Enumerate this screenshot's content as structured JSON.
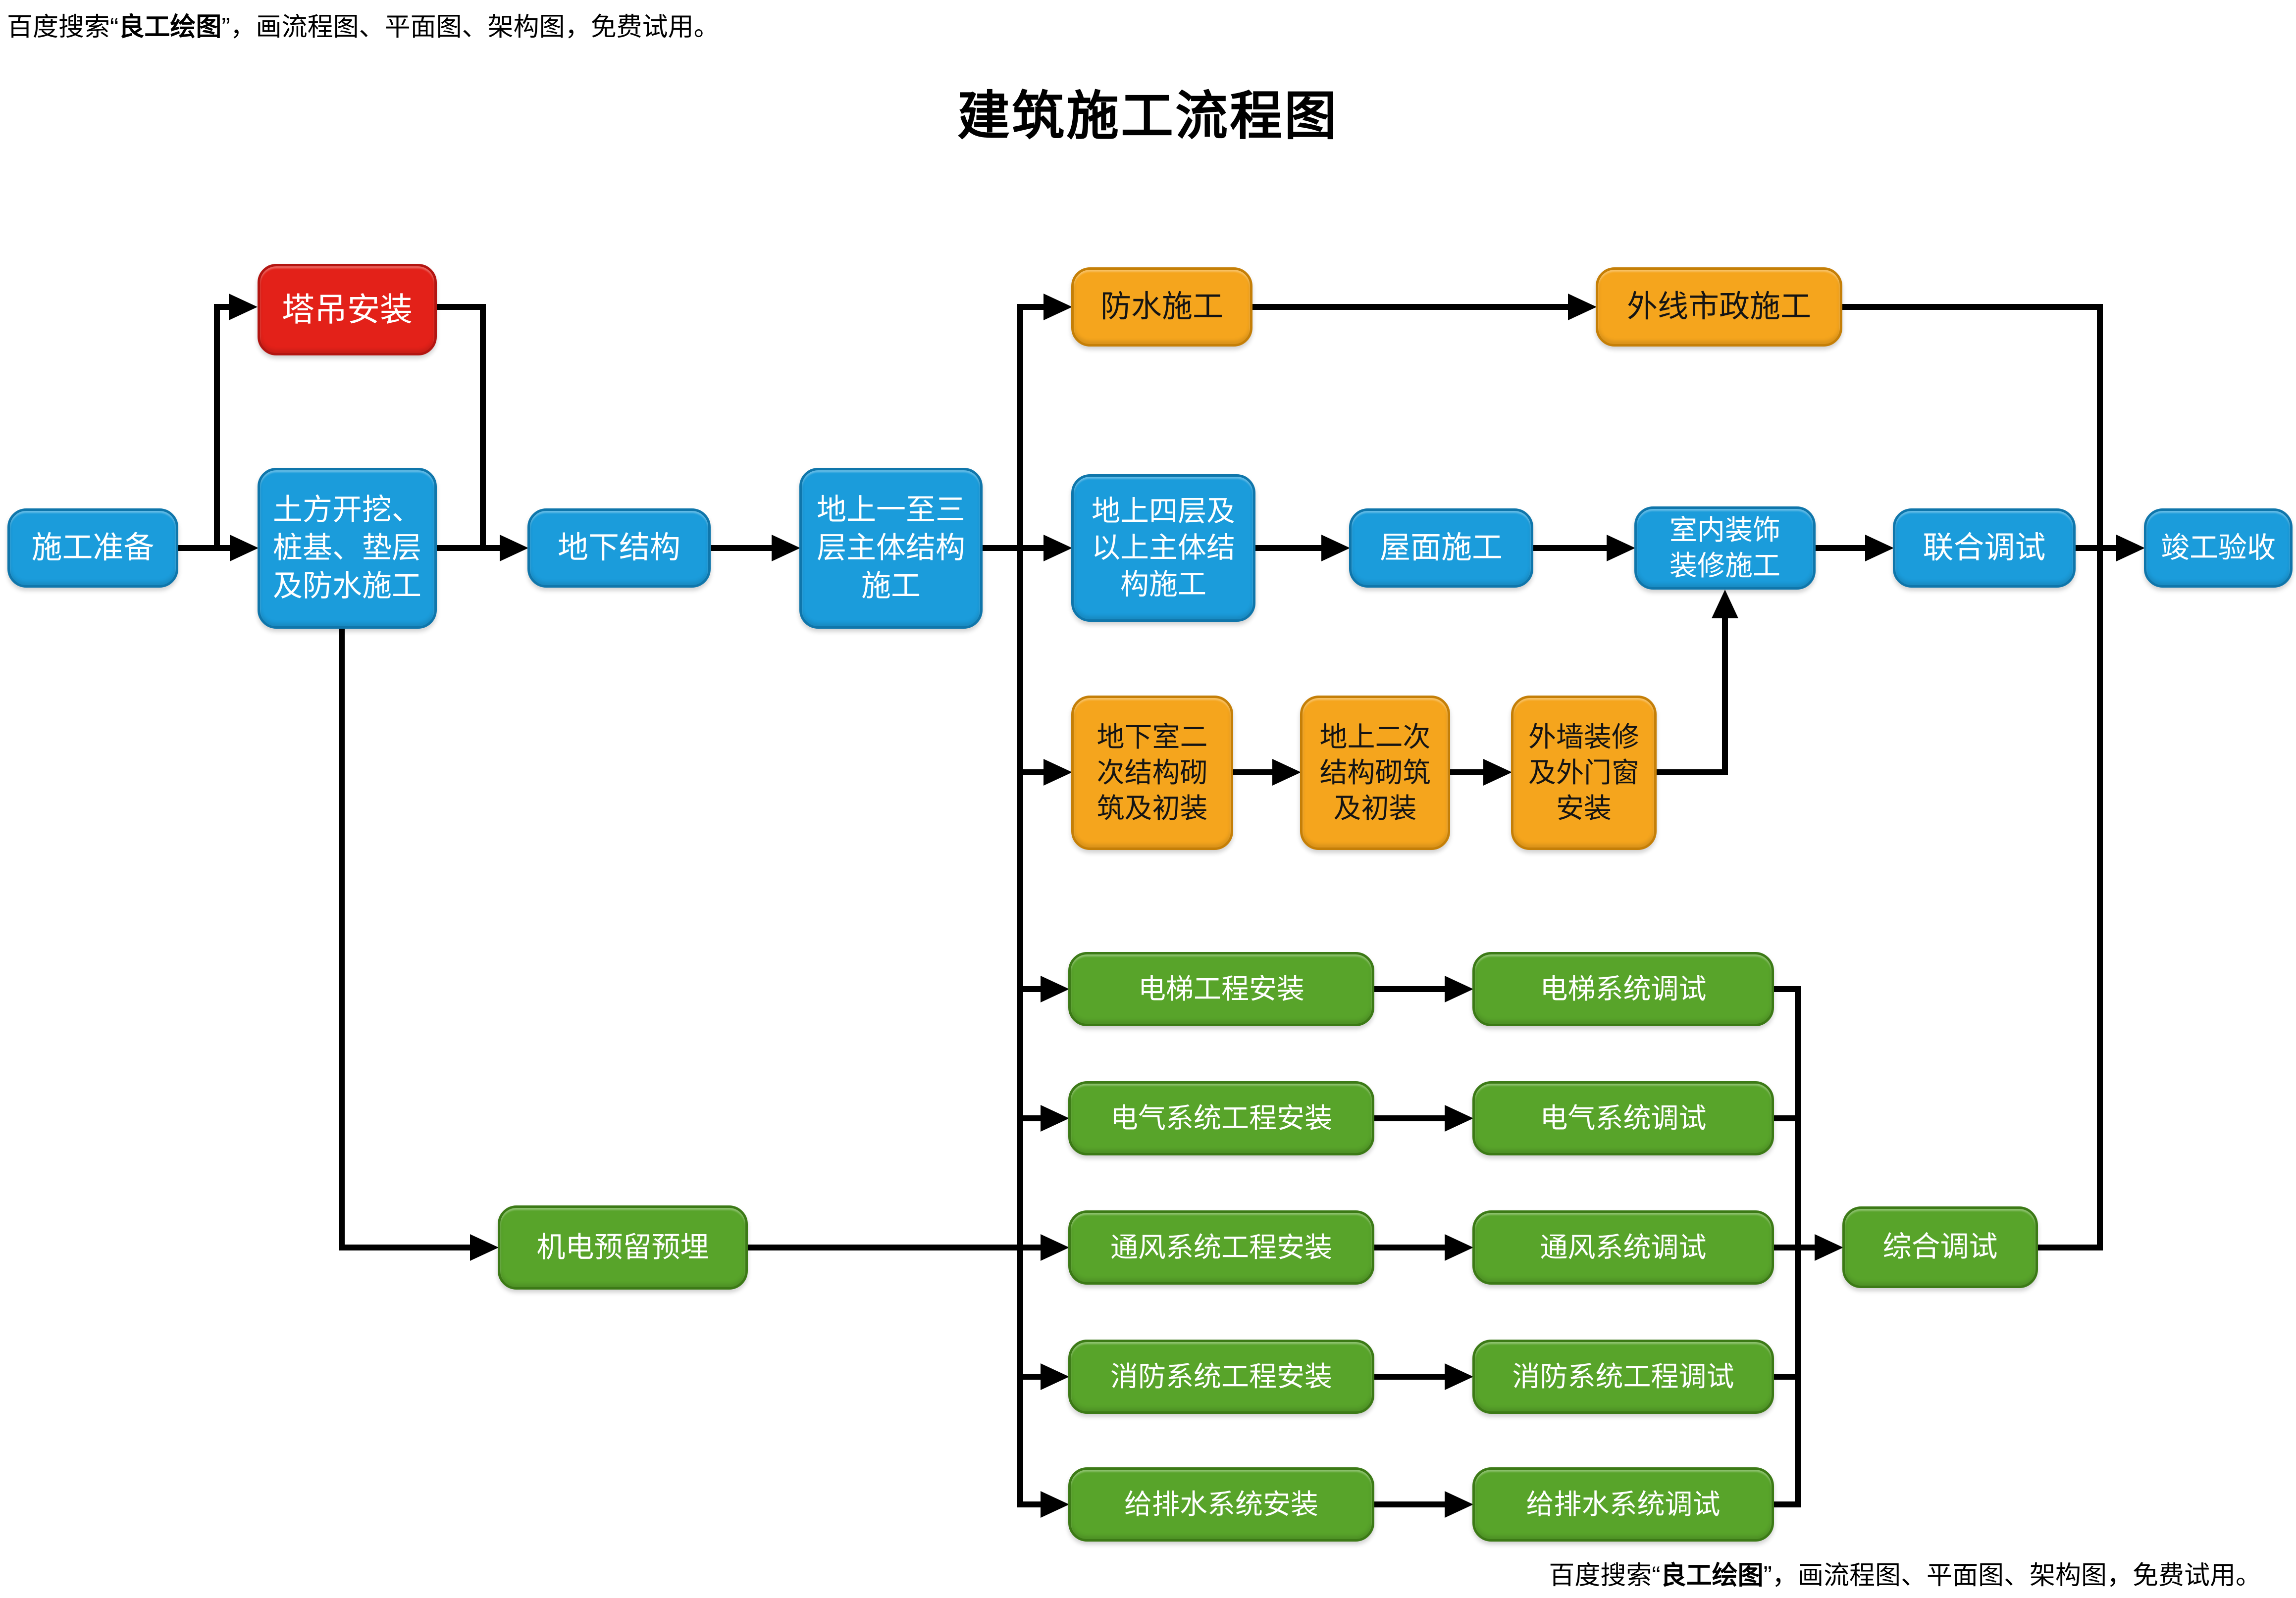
{
  "title": "建筑施工流程图",
  "promo": {
    "prefix": "百度搜索“",
    "brand": "良工绘图",
    "suffix": "”，画流程图、平面图、架构图，免费试用。"
  },
  "palette": {
    "blue": "#1b9cdb",
    "blue-border": "#0f76ab",
    "red": "#e32119",
    "red-border": "#b31511",
    "orange": "#f5a51d",
    "orange-border": "#c57f07",
    "green": "#58a42a",
    "green-border": "#3c7a16",
    "line": "#000000"
  },
  "nodes": {
    "prep": {
      "label": "施工准备",
      "color": "blue"
    },
    "crane": {
      "label": "塔吊安装",
      "color": "red"
    },
    "earthwork": {
      "label": "土方开挖、\n桩基、垫层\n及防水施工",
      "color": "blue"
    },
    "underground": {
      "label": "地下结构",
      "color": "blue"
    },
    "floors13": {
      "label": "地上一至三\n层主体结构\n施工",
      "color": "blue"
    },
    "waterproof": {
      "label": "防水施工",
      "color": "orange"
    },
    "municipal": {
      "label": "外线市政施工",
      "color": "orange"
    },
    "floors4up": {
      "label": "地上四层及\n以上主体结\n构施工",
      "color": "blue"
    },
    "roof": {
      "label": "屋面施工",
      "color": "blue"
    },
    "interior": {
      "label": "室内装饰\n装修施工",
      "color": "blue"
    },
    "joint": {
      "label": "联合调试",
      "color": "blue"
    },
    "completion": {
      "label": "竣工验收",
      "color": "blue"
    },
    "base2nd": {
      "label": "地下室二\n次结构砌\n筑及初装",
      "color": "orange"
    },
    "above2nd": {
      "label": "地上二次\n结构砌筑\n及初装",
      "color": "orange"
    },
    "facade": {
      "label": "外墙装修\n及外门窗\n安装",
      "color": "orange"
    },
    "mep": {
      "label": "机电预留预埋",
      "color": "green"
    },
    "elev_i": {
      "label": "电梯工程安装",
      "color": "green"
    },
    "elev_d": {
      "label": "电梯系统调试",
      "color": "green"
    },
    "elec_i": {
      "label": "电气系统工程安装",
      "color": "green"
    },
    "elec_d": {
      "label": "电气系统调试",
      "color": "green"
    },
    "vent_i": {
      "label": "通风系统工程安装",
      "color": "green"
    },
    "vent_d": {
      "label": "通风系统调试",
      "color": "green"
    },
    "fire_i": {
      "label": "消防系统工程安装",
      "color": "green"
    },
    "fire_d": {
      "label": "消防系统工程调试",
      "color": "green"
    },
    "plumb_i": {
      "label": "给排水系统安装",
      "color": "green"
    },
    "plumb_d": {
      "label": "给排水系统调试",
      "color": "green"
    },
    "integrated": {
      "label": "综合调试",
      "color": "green"
    }
  }
}
